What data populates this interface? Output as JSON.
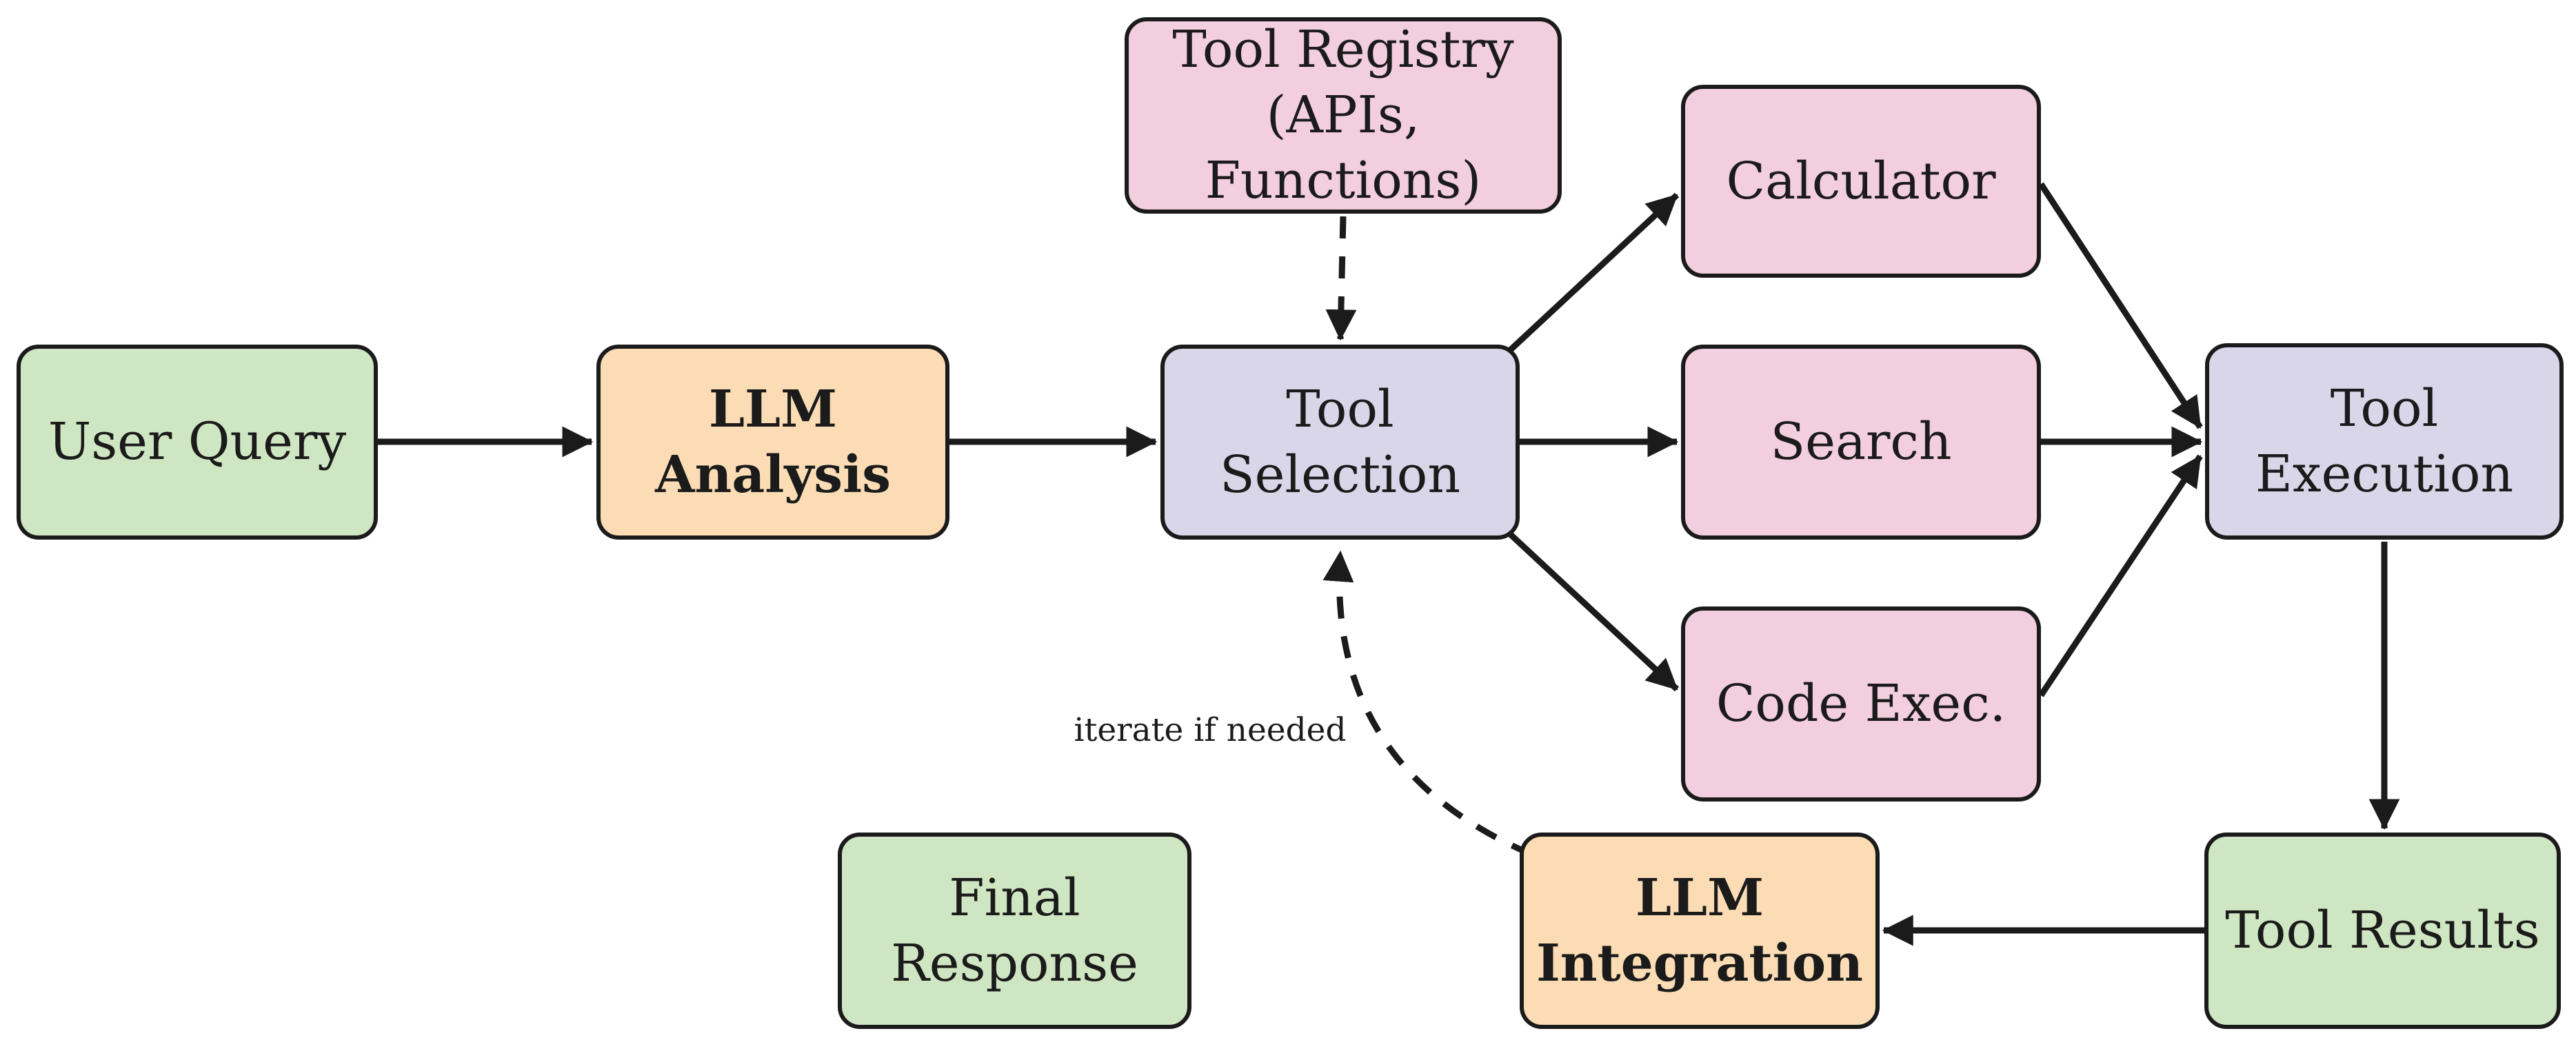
{
  "diagram": {
    "type": "flowchart",
    "colors": {
      "green": "#cfe6c3",
      "orange": "#fbdcb5",
      "pink": "#f2cede",
      "lavender": "#d9d6e9",
      "stroke": "#1b1b1b",
      "background": "#ffffff"
    },
    "nodes": {
      "user_query": {
        "lines": [
          "User Query"
        ],
        "fill": "green",
        "emphasis": "normal"
      },
      "llm_analysis": {
        "lines": [
          "LLM",
          "Analysis"
        ],
        "fill": "orange",
        "emphasis": "bold"
      },
      "tool_registry": {
        "lines": [
          "Tool Registry",
          "(APIs, Functions)"
        ],
        "fill": "pink",
        "emphasis": "normal"
      },
      "tool_selection": {
        "lines": [
          "Tool",
          "Selection"
        ],
        "fill": "lavender",
        "emphasis": "normal"
      },
      "calculator": {
        "lines": [
          "Calculator"
        ],
        "fill": "pink",
        "emphasis": "normal"
      },
      "search": {
        "lines": [
          "Search"
        ],
        "fill": "pink",
        "emphasis": "normal"
      },
      "code_exec": {
        "lines": [
          "Code Exec."
        ],
        "fill": "pink",
        "emphasis": "normal"
      },
      "tool_execution": {
        "lines": [
          "Tool",
          "Execution"
        ],
        "fill": "lavender",
        "emphasis": "normal"
      },
      "tool_results": {
        "lines": [
          "Tool Results"
        ],
        "fill": "green",
        "emphasis": "normal"
      },
      "llm_integration": {
        "lines": [
          "LLM",
          "Integration"
        ],
        "fill": "orange",
        "emphasis": "bold"
      },
      "final_response": {
        "lines": [
          "Final",
          "Response"
        ],
        "fill": "green",
        "emphasis": "normal"
      }
    },
    "edges": [
      {
        "from": "user_query",
        "to": "llm_analysis",
        "style": "solid"
      },
      {
        "from": "llm_analysis",
        "to": "tool_selection",
        "style": "solid"
      },
      {
        "from": "tool_registry",
        "to": "tool_selection",
        "style": "dashed"
      },
      {
        "from": "tool_selection",
        "to": "calculator",
        "style": "solid"
      },
      {
        "from": "tool_selection",
        "to": "search",
        "style": "solid"
      },
      {
        "from": "tool_selection",
        "to": "code_exec",
        "style": "solid"
      },
      {
        "from": "calculator",
        "to": "tool_execution",
        "style": "solid"
      },
      {
        "from": "search",
        "to": "tool_execution",
        "style": "solid"
      },
      {
        "from": "code_exec",
        "to": "tool_execution",
        "style": "solid"
      },
      {
        "from": "tool_execution",
        "to": "tool_results",
        "style": "solid"
      },
      {
        "from": "tool_results",
        "to": "llm_integration",
        "style": "solid"
      },
      {
        "from": "llm_integration",
        "to": "tool_selection",
        "style": "dashed",
        "label": "iterate if needed"
      }
    ]
  }
}
